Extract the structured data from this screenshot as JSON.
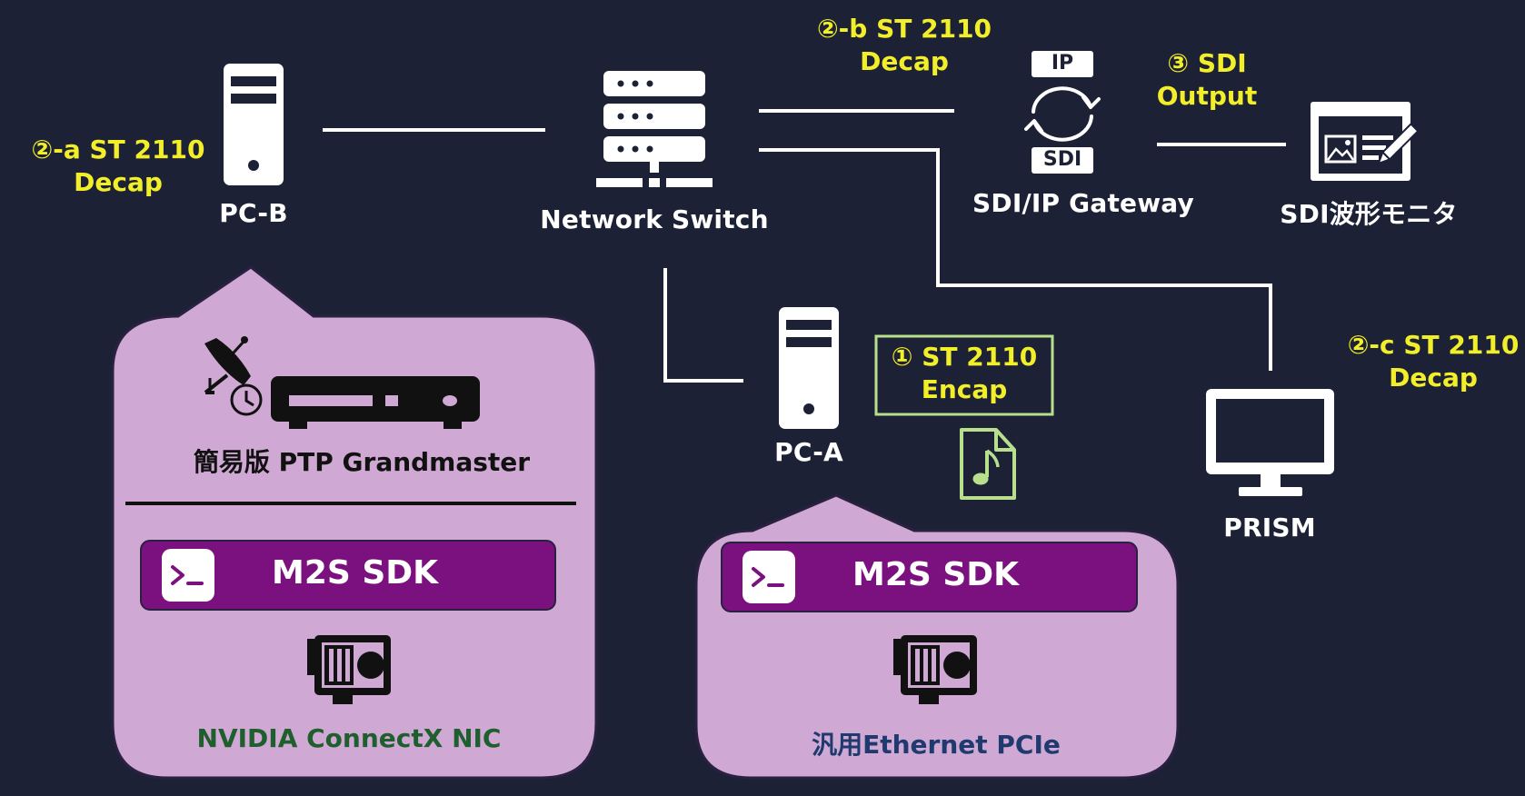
{
  "nodes": {
    "pc_b": "PC-B",
    "network_switch": "Network Switch",
    "sdi_ip_gateway": "SDI/IP Gateway",
    "sdi_monitor": "SDI波形モニタ",
    "pc_a": "PC-A",
    "prism": "PRISM"
  },
  "gateway_tags": {
    "ip": "IP",
    "sdi": "SDI"
  },
  "steps": {
    "step_2a": {
      "line1": "②-a ST 2110",
      "line2": "Decap"
    },
    "step_2b": {
      "line1": "②-b ST 2110",
      "line2": "Decap"
    },
    "step_2c": {
      "line1": "②-c ST 2110",
      "line2": "Decap"
    },
    "step_3": {
      "line1": "③ SDI",
      "line2": "Output"
    },
    "step_1": {
      "line1": "① ST 2110",
      "line2": "Encap"
    }
  },
  "callout_pc_b": {
    "grandmaster_label": "簡易版 PTP Grandmaster",
    "sdk_label": "M2S SDK",
    "nic_label": "NVIDIA ConnectX NIC"
  },
  "callout_pc_a": {
    "sdk_label": "M2S SDK",
    "nic_label": "汎用Ethernet PCIe"
  },
  "colors": {
    "background": "#1c2136",
    "accent_yellow": "#f2ef2a",
    "callout_fill": "#cfa8d3",
    "sdk_purple": "#7b117e",
    "encap_green": "#b7df8c",
    "nvidia_green": "#1f5f2e",
    "pcie_blue": "#1f3a6e"
  },
  "icons": [
    "server-tower-icon",
    "network-switch-icon",
    "ip-sdi-convert-icon",
    "waveform-monitor-icon",
    "monitor-icon",
    "audio-file-icon",
    "satellite-dish-icon",
    "clock-icon",
    "grandmaster-device-icon",
    "terminal-icon",
    "nic-card-icon"
  ]
}
